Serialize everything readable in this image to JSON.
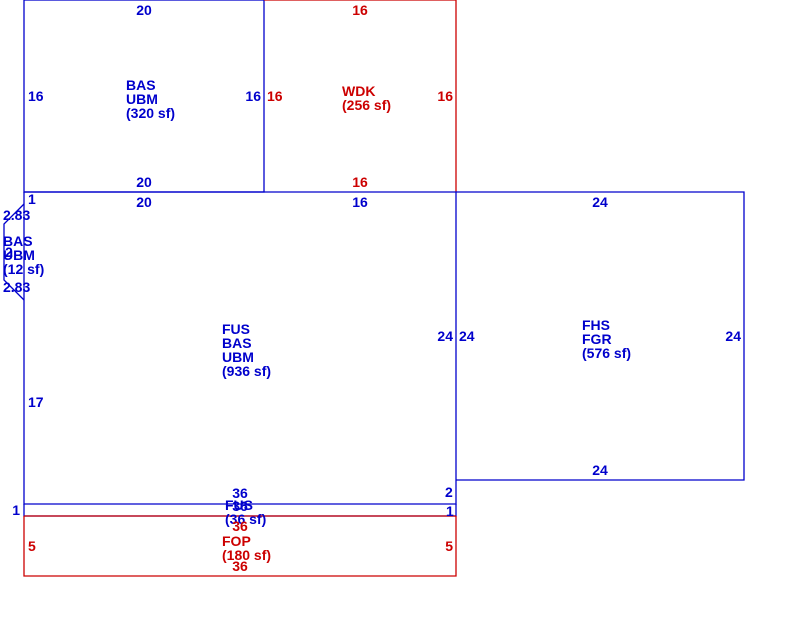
{
  "colors": {
    "blue": "#0000cc",
    "red": "#cc0000",
    "background": "#ffffff"
  },
  "areas": [
    {
      "id": "bas-upper",
      "color": "blue",
      "lines": [
        "BAS",
        "UBM",
        "(320 sf)"
      ]
    },
    {
      "id": "wdk",
      "color": "red",
      "lines": [
        "WDK",
        "(256 sf)"
      ]
    },
    {
      "id": "bas-bay",
      "color": "blue",
      "lines": [
        "BAS",
        "UBM",
        "(12 sf)"
      ]
    },
    {
      "id": "fus",
      "color": "blue",
      "lines": [
        "FUS",
        "BAS",
        "UBM",
        "(936 sf)"
      ]
    },
    {
      "id": "fhs",
      "color": "blue",
      "lines": [
        "FHS",
        "FGR",
        "(576 sf)"
      ]
    },
    {
      "id": "fus-strip",
      "color": "blue",
      "lines": [
        "FUS",
        "(36 sf)"
      ]
    },
    {
      "id": "fop",
      "color": "red",
      "lines": [
        "FOP",
        "(180 sf)"
      ]
    }
  ],
  "dimensions": {
    "bas_top": "20",
    "bas_left": "16",
    "bas_right": "16",
    "bas_bottom": "20",
    "wdk_top": "16",
    "wdk_left": "16",
    "wdk_right": "16",
    "wdk_bottom": "16",
    "fus_top_left": "20",
    "fus_top_right": "16",
    "fus_left": "17",
    "fus_right": "24",
    "fus_bottom": "36",
    "bay_small": "1",
    "bay_diag_top": "2.83",
    "bay_diag_bottom": "2.83",
    "bay_side": "2",
    "fhs_top": "24",
    "fhs_left": "24",
    "fhs_right": "24",
    "fhs_bottom": "24",
    "strip_left": "1",
    "strip_right": "1",
    "strip_right_top": "2",
    "strip_bottom": "36",
    "fop_top": "36",
    "fop_left": "5",
    "fop_right": "5",
    "fop_bottom": "36"
  }
}
